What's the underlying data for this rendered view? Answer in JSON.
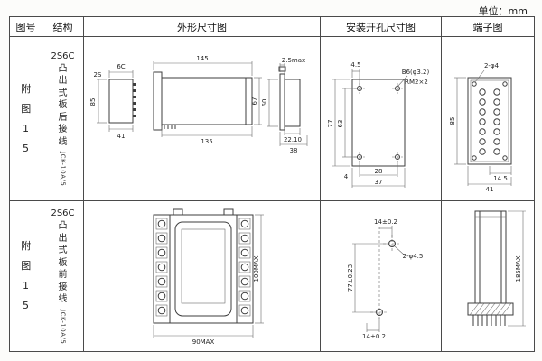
{
  "unit_label": "单位：mm",
  "headers": {
    "fig_no": "图号",
    "structure": "结构",
    "outline": "外形尺寸图",
    "mounting": "安装开孔尺寸图",
    "terminal": "端子图"
  },
  "row1": {
    "fig_no": "附图15",
    "structure": {
      "name": "2S6C",
      "desc": "凸出式板后接线",
      "model": "JCK-10A/5"
    },
    "outline": {
      "top_width": "6C",
      "side_label": "2S",
      "height": "85",
      "base_width": "41",
      "overall_width": "145",
      "body_width": "135",
      "body_height": "67",
      "panel_thickness": "2.5max",
      "side_height": "60",
      "depth_inner": "22.10",
      "depth_total": "38"
    },
    "mounting": {
      "edge_offset": "4.5",
      "hole_label": "B6(φ3.2)",
      "thread_label": "RM2×2",
      "outer_height": "77",
      "hole_height": "63",
      "hole_width": "28",
      "outer_width": "37",
      "corner_offset": "4"
    },
    "terminal": {
      "hole_label": "2-φ4",
      "height": "85",
      "half_width": "14.5",
      "width": "41"
    }
  },
  "row2": {
    "fig_no": "附图15",
    "structure": {
      "name": "2S6C",
      "desc": "凸出式板前接线",
      "model": "JCK-10A/5"
    },
    "outline": {
      "width": "90MAX",
      "height": "100MAX"
    },
    "mounting": {
      "top_offset": "14±0.2",
      "hole_label": "2-φ4.5",
      "hole_height": "77±0.23",
      "bottom_offset": "14±0.2"
    },
    "terminal": {
      "height": "185MAX"
    }
  }
}
